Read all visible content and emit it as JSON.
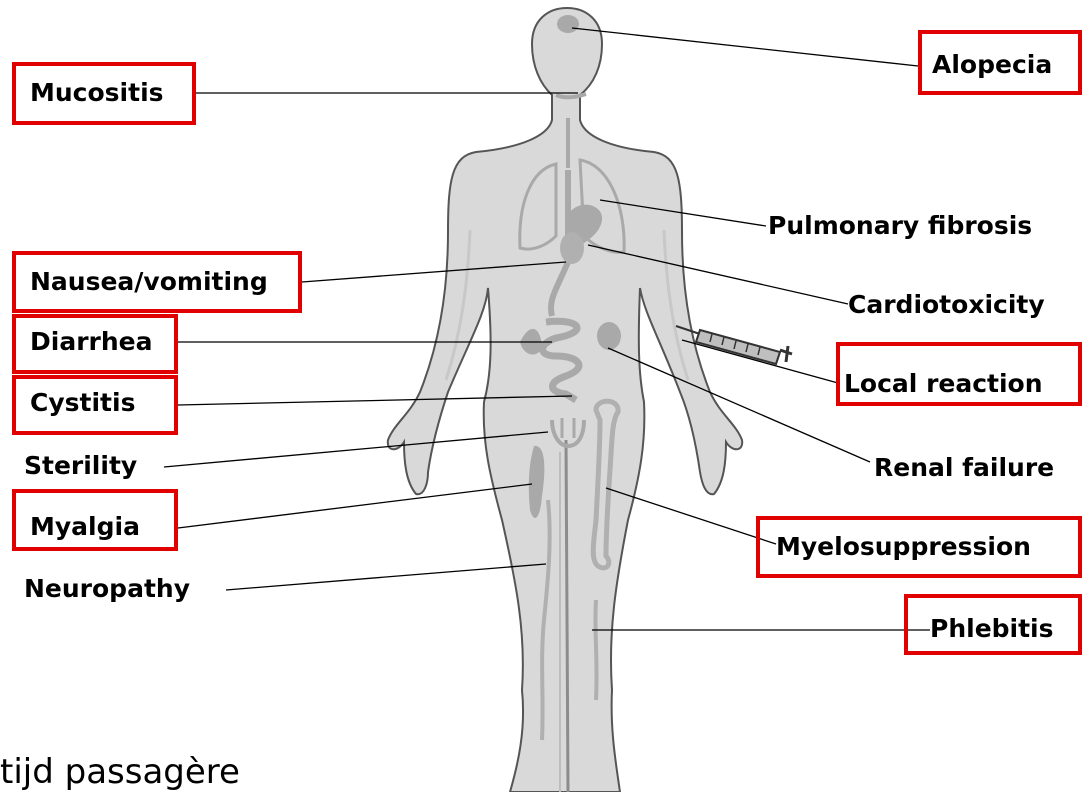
{
  "labels": {
    "mucositis": "Mucositis",
    "alopecia": "Alopecia",
    "pulmonary_fibrosis": "Pulmonary fibrosis",
    "nausea_vomiting": "Nausea/vomiting",
    "cardiotoxicity": "Cardiotoxicity",
    "diarrhea": "Diarrhea",
    "local_reaction": "Local reaction",
    "cystitis": "Cystitis",
    "sterility": "Sterility",
    "renal_failure": "Renal failure",
    "myalgia": "Myalgia",
    "myelosuppression": "Myelosuppression",
    "neuropathy": "Neuropathy",
    "phlebitis": "Phlebitis"
  },
  "caption": "tijd passagère",
  "colors": {
    "highlight_box": "#e00000",
    "body_fill": "#d9d9d9",
    "organ_fill": "#a9a9a9",
    "outline": "#555555"
  },
  "icons": {
    "figure": "human-body-icon",
    "syringe": "syringe-icon"
  }
}
